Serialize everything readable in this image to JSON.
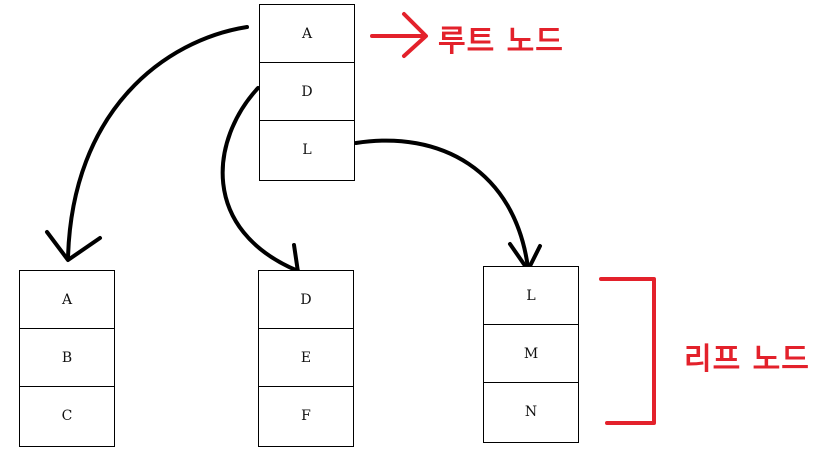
{
  "root_node": {
    "keys": [
      "A",
      "D",
      "L"
    ]
  },
  "leaf_nodes": [
    {
      "keys": [
        "A",
        "B",
        "C"
      ]
    },
    {
      "keys": [
        "D",
        "E",
        "F"
      ]
    },
    {
      "keys": [
        "L",
        "M",
        "N"
      ]
    }
  ],
  "labels": {
    "root": "루트 노드",
    "leaf": "리프 노드"
  },
  "colors": {
    "annotation": "#e3212b",
    "arrow": "#000000",
    "border": "#000000"
  }
}
